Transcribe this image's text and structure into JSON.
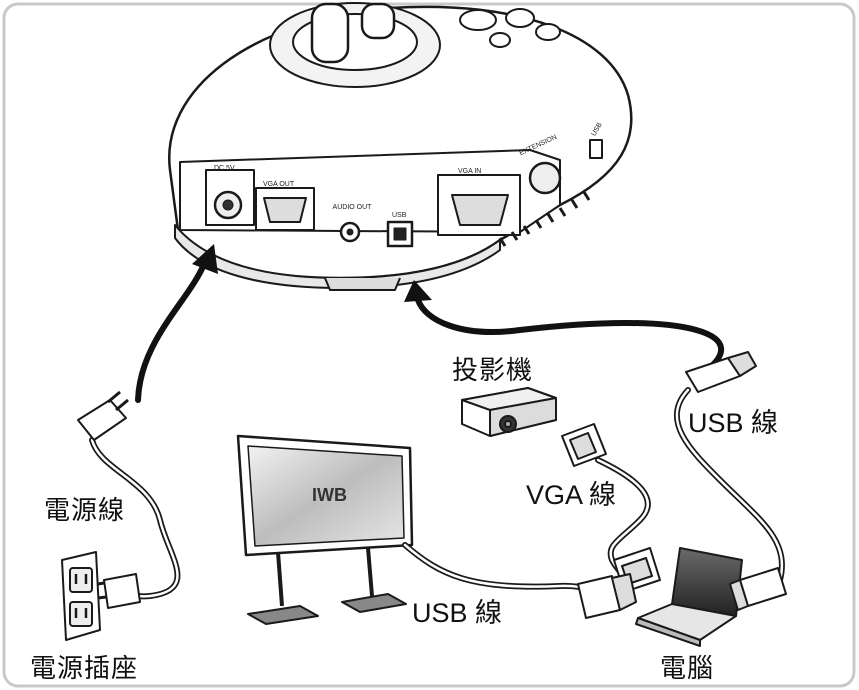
{
  "labels": {
    "projector": "投影機",
    "usb_cable_top": "USB 線",
    "vga_cable": "VGA 線",
    "power_cable": "電源線",
    "usb_cable_bottom": "USB 線",
    "power_outlet": "電源插座",
    "computer": "電腦",
    "iwb_screen": "IWB"
  },
  "ports": {
    "dc_in": "DC 5V",
    "vga_out": "VGA OUT",
    "audio_out": "AUDIO OUT",
    "usb": "USB",
    "vga_in": "VGA IN",
    "extension": "EXTENSION",
    "usb_side": "USB"
  },
  "colors": {
    "line": "#1a1a1a",
    "arrow": "#111111",
    "border": "#c8c8c8",
    "device_fill": "#ffffff",
    "shade": "#dcdcdc"
  }
}
